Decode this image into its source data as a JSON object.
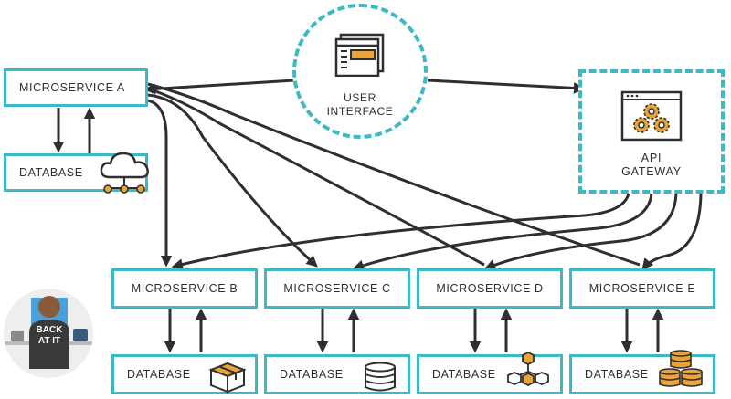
{
  "user_interface": {
    "line1": "USER",
    "line2": "INTERFACE"
  },
  "api_gateway": {
    "line1": "API",
    "line2": "GATEWAY"
  },
  "microservices": {
    "a": "MICROSERVICE A",
    "b": "MICROSERVICE B",
    "c": "MICROSERVICE C",
    "d": "MICROSERVICE D",
    "e": "MICROSERVICE E"
  },
  "databases": {
    "a": {
      "label": "DATABASE",
      "icon": "cloud-network-icon"
    },
    "b": {
      "label": "DATABASE",
      "icon": "package-box-icon"
    },
    "c": {
      "label": "DATABASE",
      "icon": "database-cylinder-icon"
    },
    "d": {
      "label": "DATABASE",
      "icon": "cube-network-icon"
    },
    "e": {
      "label": "DATABASE",
      "icon": "stacked-databases-icon"
    }
  },
  "badge": {
    "line1": "BACK",
    "line2": "AT IT"
  },
  "colors": {
    "accent": "#3cb9c4",
    "arrow": "#2f2f2f",
    "icon_orange": "#e8a33a",
    "text": "#2f2f2f"
  }
}
